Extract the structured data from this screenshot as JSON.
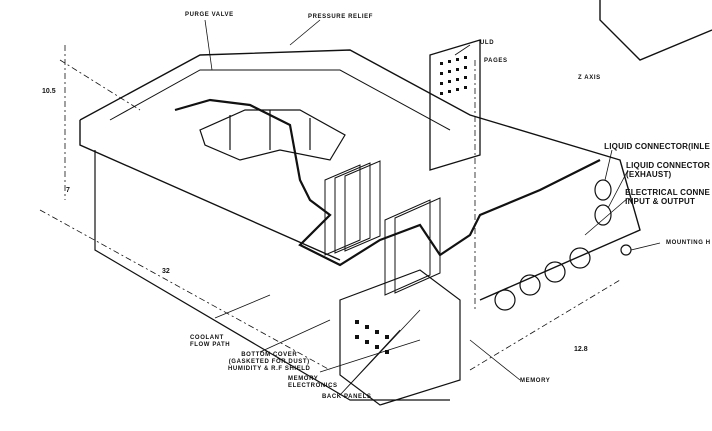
{
  "labels": {
    "purge_valve": "PURGE VALVE",
    "pressure_relief": "PRESSURE RELIEF",
    "uld": "ULD",
    "pages": "PAGES",
    "z_axis": "Z AXIS",
    "liquid_inlet": "LIQUID CONNECTOR(INLE",
    "liquid_exhaust_1": "LIQUID CONNECTOR",
    "liquid_exhaust_2": "(EXHAUST)",
    "electrical_1": "ELECTRICAL CONNE",
    "electrical_2": "INPUT & OUTPUT",
    "mounting": "MOUNTING H",
    "coolant_1": "COOLANT",
    "coolant_2": "FLOW PATH",
    "bottom_cover_1": "BOTTOM COVER",
    "bottom_cover_2": "(GASKETED FOR DUST)",
    "bottom_cover_3": "HUMIDITY & R.F SHIELD",
    "memory_electronics_1": "MEMORY",
    "memory_electronics_2": "ELECTRONICS",
    "back_panels": "BACK PANELS",
    "memory": "MEMORY"
  },
  "dimensions": {
    "height": "10.5",
    "length": "32",
    "width": "12.8",
    "depth": "7"
  }
}
